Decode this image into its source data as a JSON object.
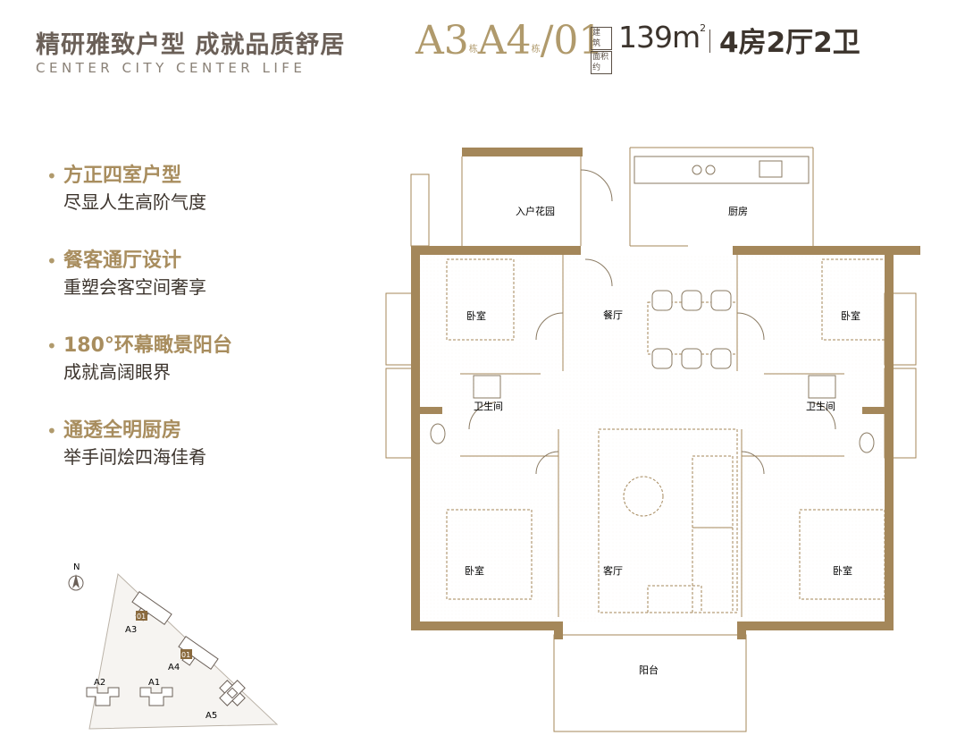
{
  "header": {
    "title_cn": "精研雅致户型 成就品质舒居",
    "title_en": "CENTER CITY CENTER LIFE",
    "plan_code_a": "A3",
    "plan_code_mark1": "栋",
    "plan_code_b": "A4",
    "plan_code_mark2": "栋",
    "plan_code_suffix": "/01",
    "area_label_1": "建 筑",
    "area_label_2": "面积约",
    "area_value": "139m",
    "area_unit_sup": "2",
    "layout": "4房2厅2卫"
  },
  "features": [
    {
      "title": "方正四室户型",
      "subtitle": "尽显人生高阶气度"
    },
    {
      "title": "餐客通厅设计",
      "subtitle": "重塑会客空间奢享"
    },
    {
      "title": "180°环幕瞰景阳台",
      "subtitle": "成就高阔眼界"
    },
    {
      "title": "通透全明厨房",
      "subtitle": "举手间烩四海佳肴"
    }
  ],
  "rooms": {
    "entry_garden": "入户花园",
    "kitchen": "厨房",
    "dining": "餐厅",
    "bedroom": "卧室",
    "bathroom": "卫生间",
    "living": "客厅",
    "balcony": "阳台"
  },
  "site_plan": {
    "north": "N",
    "buildings": [
      "A3",
      "A4",
      "A2",
      "A1",
      "A5"
    ],
    "unit_marker": "01"
  },
  "colors": {
    "gold": "#b09a6c",
    "wall": "#a4875a",
    "text": "#3c342d",
    "line": "#8a7a62"
  }
}
